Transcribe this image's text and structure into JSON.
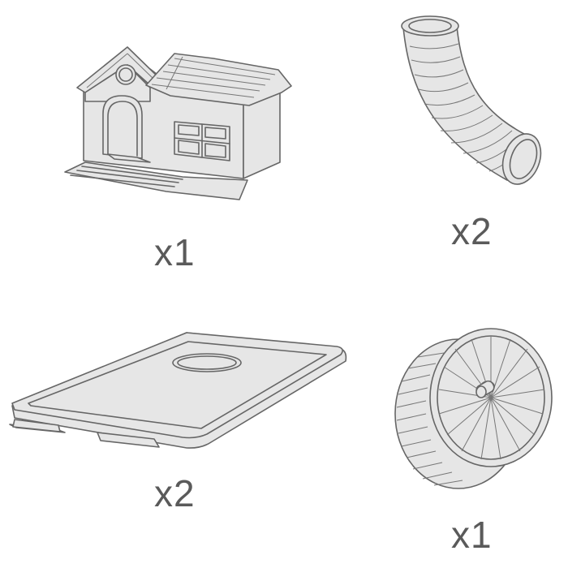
{
  "items": [
    {
      "icon": "house-icon",
      "quantity": "x1"
    },
    {
      "icon": "tube-icon",
      "quantity": "x2"
    },
    {
      "icon": "tray-icon",
      "quantity": "x2"
    },
    {
      "icon": "wheel-icon",
      "quantity": "x1"
    }
  ]
}
